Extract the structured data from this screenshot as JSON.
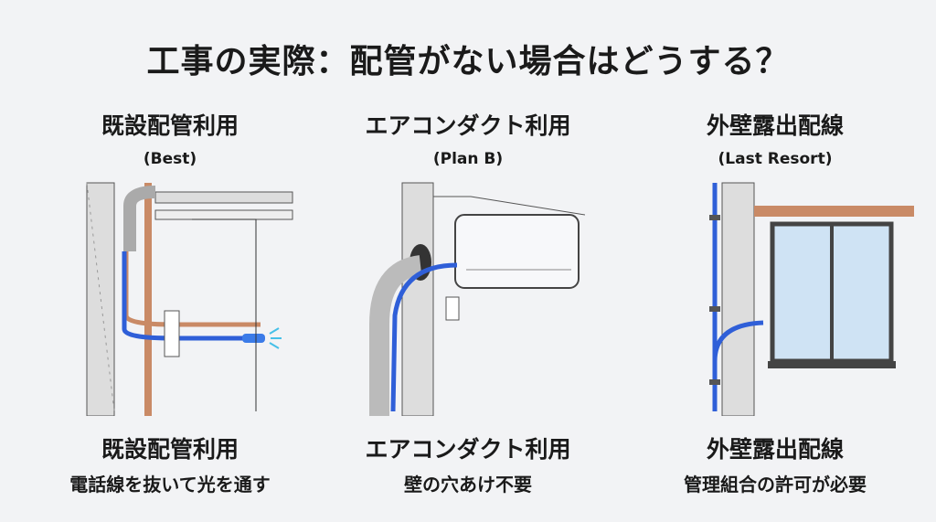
{
  "title": "工事の実際：配管がない場合はどうする？",
  "columns": [
    {
      "heading": "既設配管利用",
      "tag": "(Best)",
      "foot_title": "既設配管利用",
      "foot_desc": "電話線を抜いて光を通す"
    },
    {
      "heading": "エアコンダクト利用",
      "tag": "(Plan B)",
      "foot_title": "エアコンダクト利用",
      "foot_desc": "壁の穴あけ不要"
    },
    {
      "heading": "外壁露出配線",
      "tag": "(Last Resort)",
      "foot_title": "外壁露出配線",
      "foot_desc": "管理組合の許可が必要"
    }
  ],
  "colors": {
    "fiber": "#2f5fd8",
    "copper": "#c98a66",
    "wall": "#cfcfcf",
    "background": "#f2f3f5"
  }
}
